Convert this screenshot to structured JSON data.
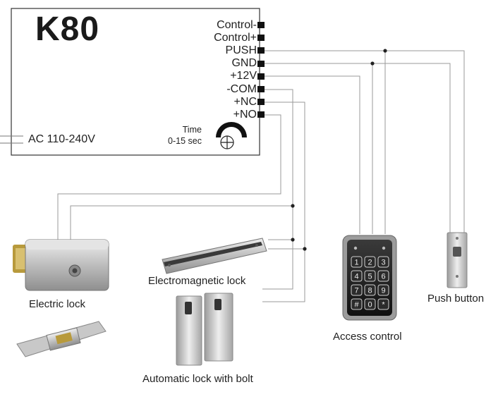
{
  "controller": {
    "model": "K80",
    "power_label": "AC 110-240V",
    "timer": {
      "label": "Time",
      "range": "0-15 sec"
    },
    "terminals": [
      "Control-",
      "Control+",
      "PUSH",
      "GND",
      "+12V",
      "-COM",
      "+NC",
      "+NO"
    ]
  },
  "devices": {
    "electric_lock": "Electric lock",
    "electromagnetic_lock": "Electromagnetic lock",
    "automatic_lock": "Automatic lock with bolt",
    "access_control": "Access control",
    "push_button": "Push button"
  },
  "keypad": {
    "keys": [
      "1",
      "2",
      "3",
      "4",
      "5",
      "6",
      "7",
      "8",
      "9",
      "#",
      "0",
      "*"
    ]
  },
  "colors": {
    "box_border": "#333333",
    "wire": "#9a9a9a",
    "terminal": "#111111",
    "metal": "#c9c9c9"
  }
}
